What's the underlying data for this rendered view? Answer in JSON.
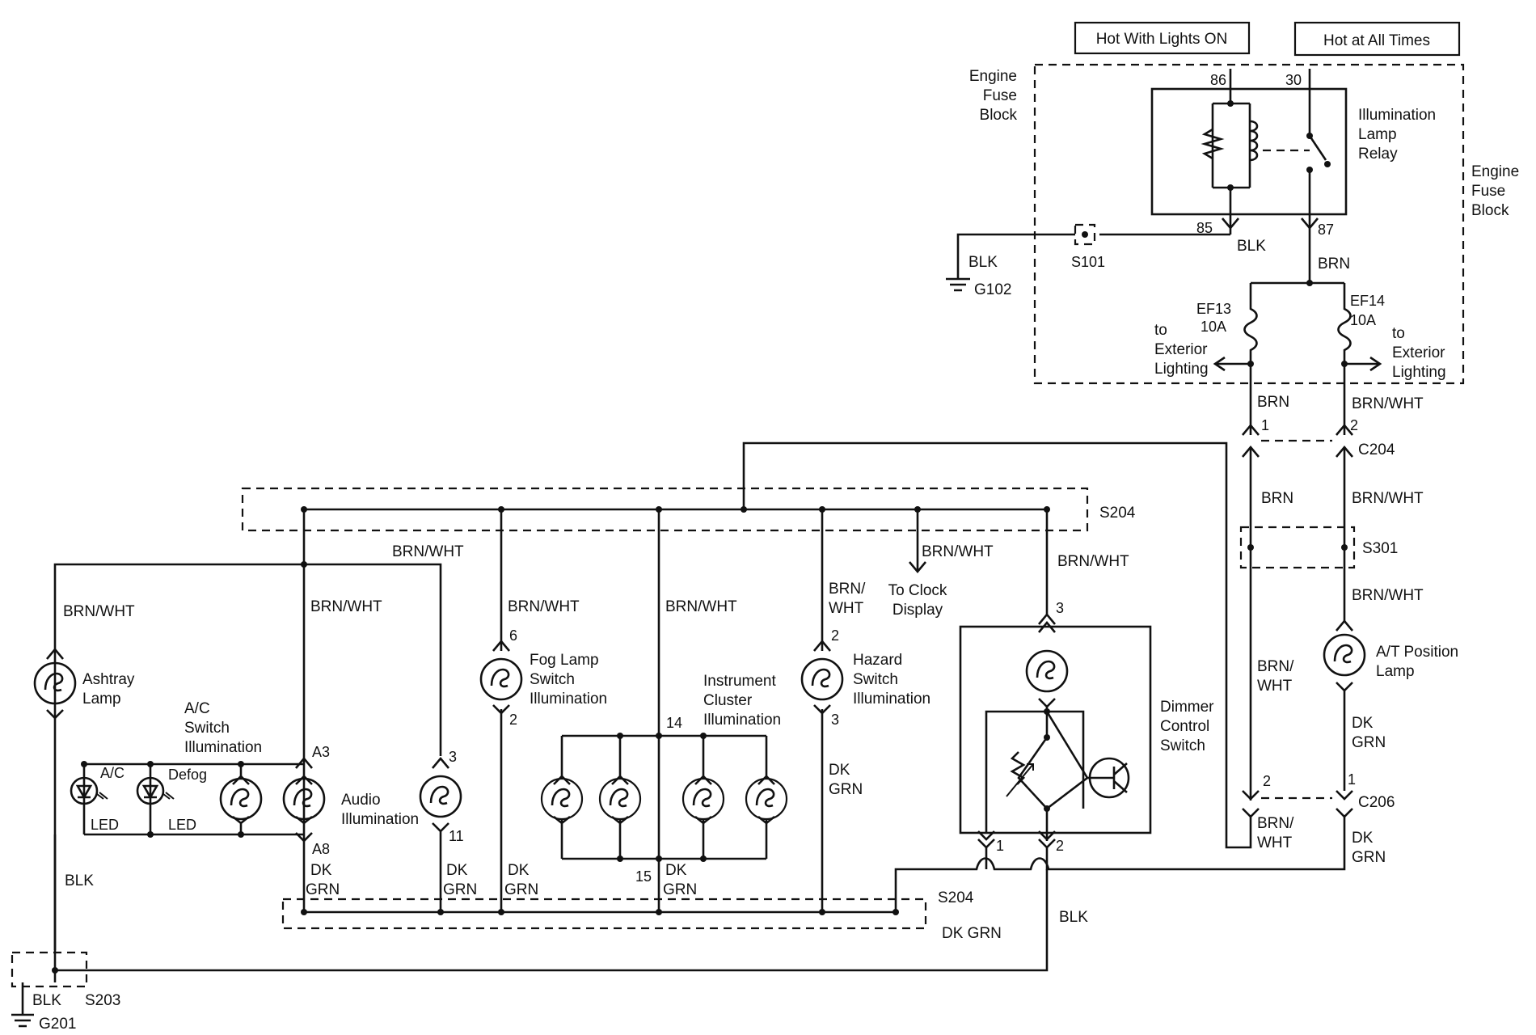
{
  "header": {
    "hot_lights_on": "Hot With Lights ON",
    "hot_all_times": "Hot at All Times"
  },
  "fuse_block": {
    "label_left": [
      "Engine",
      "Fuse",
      "Block"
    ],
    "label_right": [
      "Engine",
      "Fuse",
      "Block"
    ],
    "relay_label": [
      "Illumination",
      "Lamp",
      "Relay"
    ],
    "pin_86": "86",
    "pin_30": "30",
    "pin_85": "85",
    "pin_87": "87",
    "blk": "BLK",
    "brn": "BRN",
    "ef13": [
      "EF13",
      "10A"
    ],
    "ef14": [
      "EF14",
      "10A"
    ],
    "ext_left": [
      "to",
      "Exterior",
      "Lighting"
    ],
    "ext_right": [
      "to",
      "Exterior",
      "Lighting"
    ]
  },
  "ground_g102": {
    "wire": "BLK",
    "splice": "S101",
    "ground": "G102"
  },
  "connector_c204": {
    "name": "C204",
    "pin1": "1",
    "pin2": "2",
    "brn": "BRN",
    "brn_wht": "BRN/WHT",
    "brn_below": "BRN",
    "brn_wht_below": "BRN/WHT"
  },
  "splice_s301": {
    "name": "S301",
    "brn_wht": "BRN/WHT"
  },
  "at_lamp": {
    "label": [
      "A/T Position",
      "Lamp"
    ],
    "dk_grn": [
      "DK",
      "GRN"
    ],
    "pin1": "1"
  },
  "connector_c206": {
    "name": "C206",
    "pin2": "2",
    "brn_wht_left": [
      "BRN/",
      "WHT"
    ],
    "brn_wht_below": [
      "BRN/",
      "WHT"
    ],
    "dk_grn_below": [
      "DK",
      "GRN"
    ]
  },
  "splice_s204_top": {
    "name": "S204"
  },
  "branches": {
    "ashtray": {
      "wire": "BRN/WHT",
      "label": [
        "Ashtray",
        "Lamp"
      ]
    },
    "ac_switch": {
      "wire": "BRN/WHT",
      "label": [
        "A/C",
        "Switch",
        "Illumination"
      ],
      "pin_top": "A3",
      "pin_bottom": "A8",
      "led_ac": [
        "A/C",
        "LED"
      ],
      "led_defog": [
        "Defog",
        "LED"
      ]
    },
    "audio": {
      "wire": "BRN/WHT",
      "label": [
        "Audio",
        "Illumination"
      ],
      "pin_top": "3",
      "pin_bottom": "11"
    },
    "fog": {
      "wire": "BRN/WHT",
      "label": [
        "Fog Lamp",
        "Switch",
        "Illumination"
      ],
      "pin_top": "6",
      "pin_bottom": "2"
    },
    "cluster": {
      "wire": "BRN/WHT",
      "label": [
        "Instrument",
        "Cluster",
        "Illumination"
      ],
      "pin_top": "14",
      "pin_bottom": "15"
    },
    "hazard": {
      "wire": [
        "BRN/",
        "WHT"
      ],
      "label": [
        "Hazard",
        "Switch",
        "Illumination"
      ],
      "pin_top": "2",
      "pin_bottom": "3"
    },
    "clock": {
      "wire": "BRN/WHT",
      "label": [
        "To Clock",
        "Display"
      ]
    },
    "dimmer": {
      "wire": "BRN/WHT",
      "label": [
        "Dimmer",
        "Control",
        "Switch"
      ],
      "pin_top": "3",
      "pin_1": "1",
      "pin_2": "2"
    }
  },
  "bottom": {
    "blk_left": "BLK",
    "dk_grn": [
      "DK",
      "GRN"
    ],
    "s204": "S204",
    "dk_grn_bus": "DK GRN",
    "blk_right": "BLK",
    "s203": "S203",
    "blk_ground": "BLK",
    "g201": "G201"
  }
}
